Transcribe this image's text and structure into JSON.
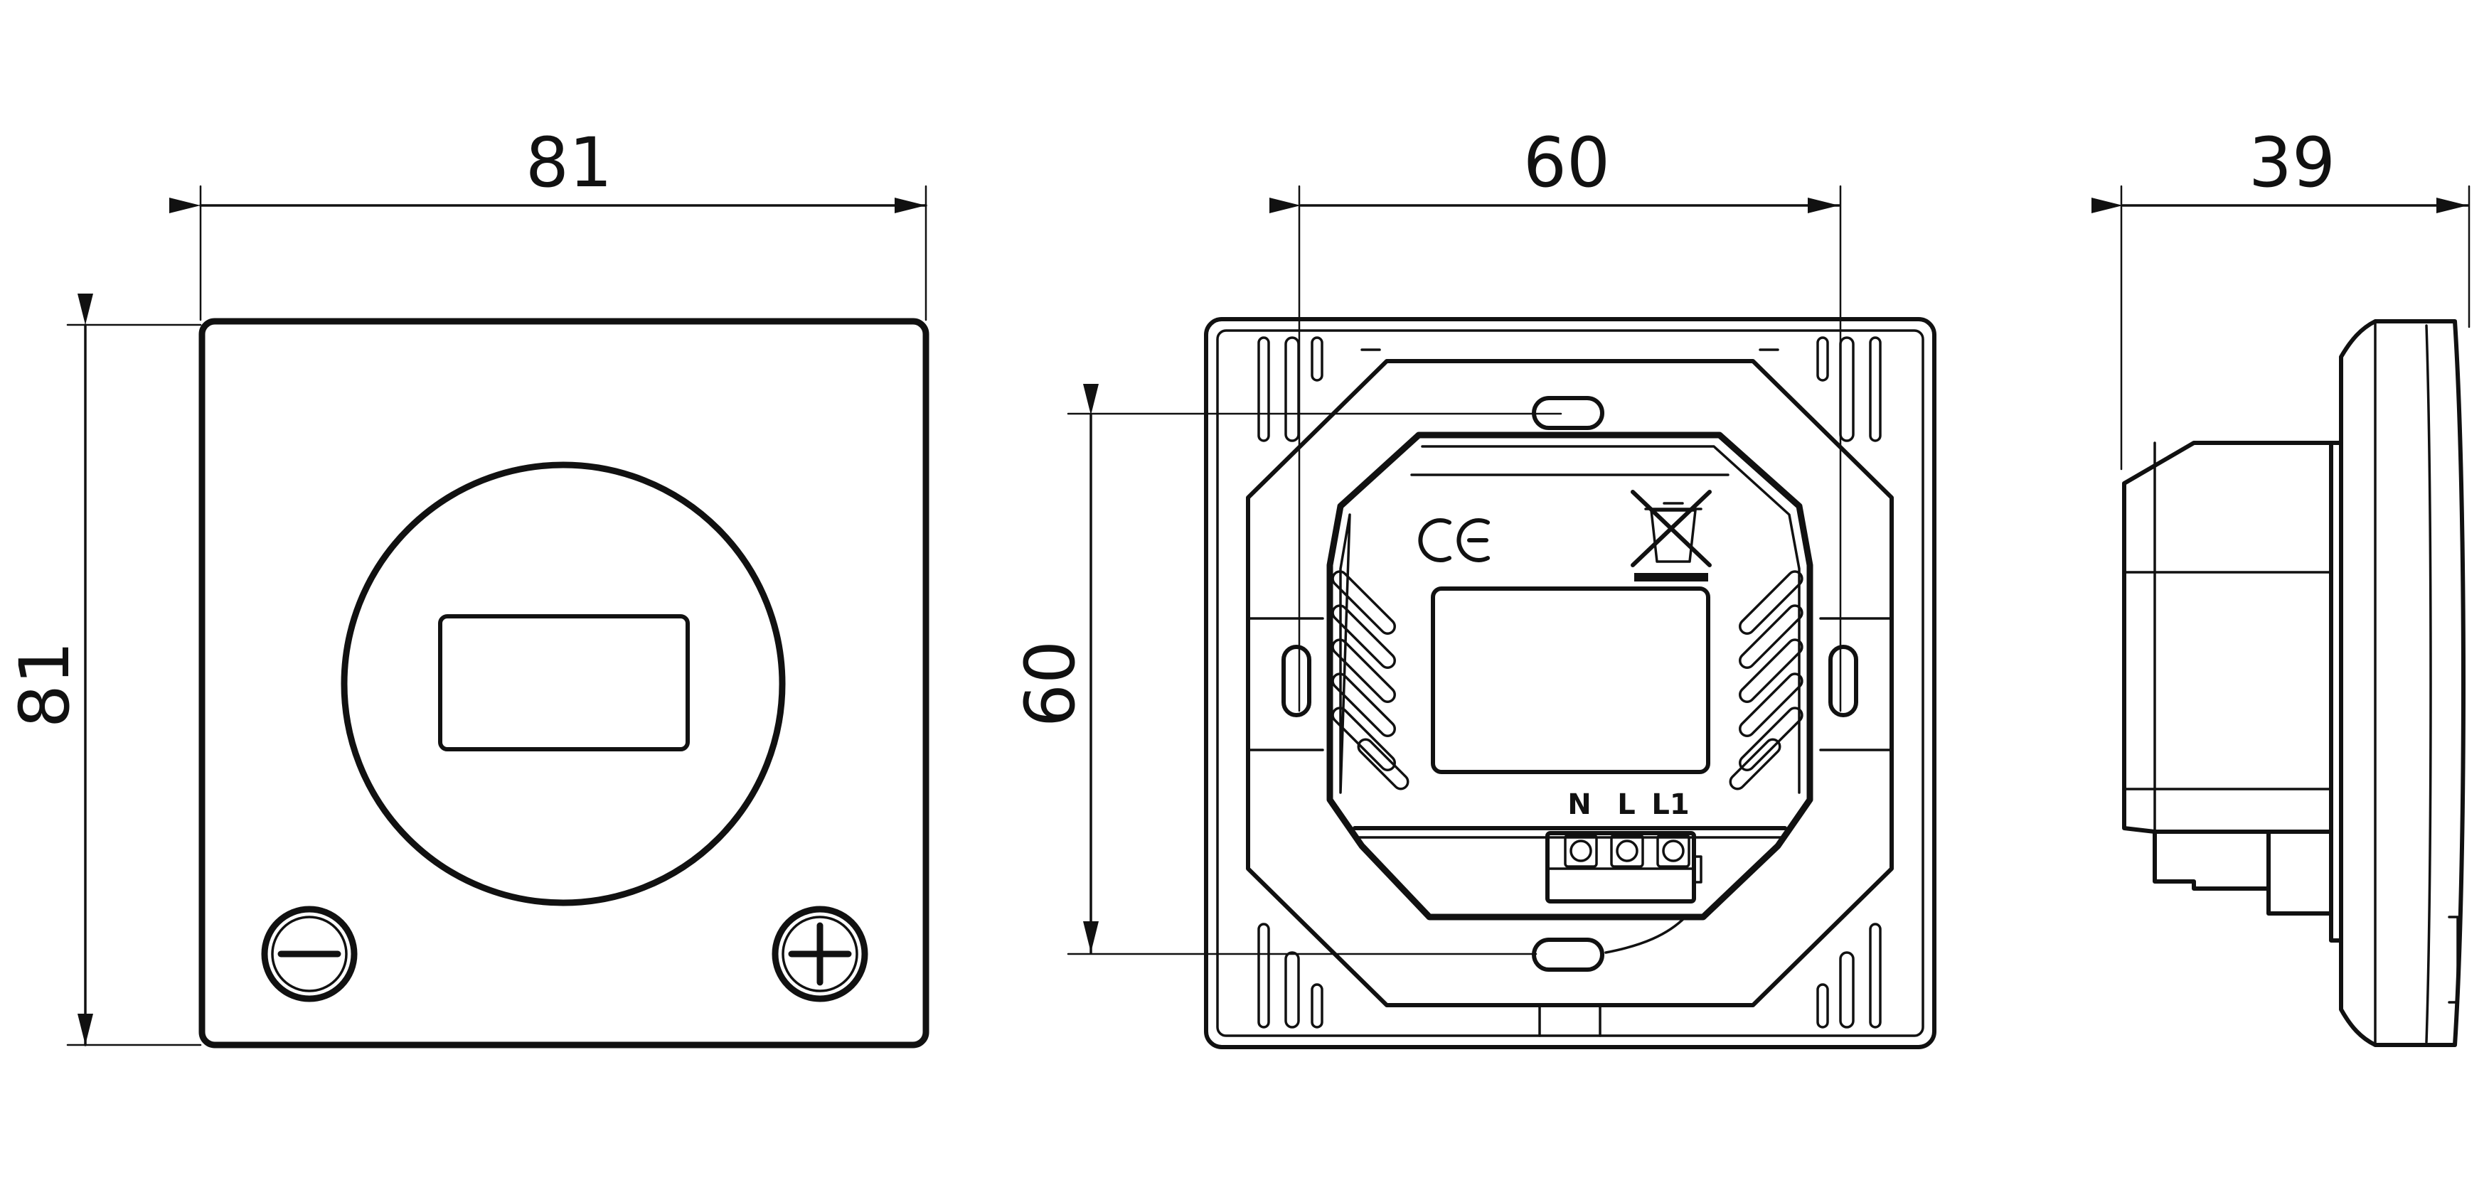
{
  "views": {
    "front": {
      "width_dim": "81",
      "height_dim": "81"
    },
    "back": {
      "width_dim": "60",
      "height_dim": "60",
      "terminals": [
        "N",
        "L",
        "L1"
      ]
    },
    "side": {
      "depth_dim": "39"
    }
  },
  "icons": [
    "minus-button-icon",
    "plus-button-icon",
    "ce-mark-icon",
    "weee-bin-icon"
  ]
}
